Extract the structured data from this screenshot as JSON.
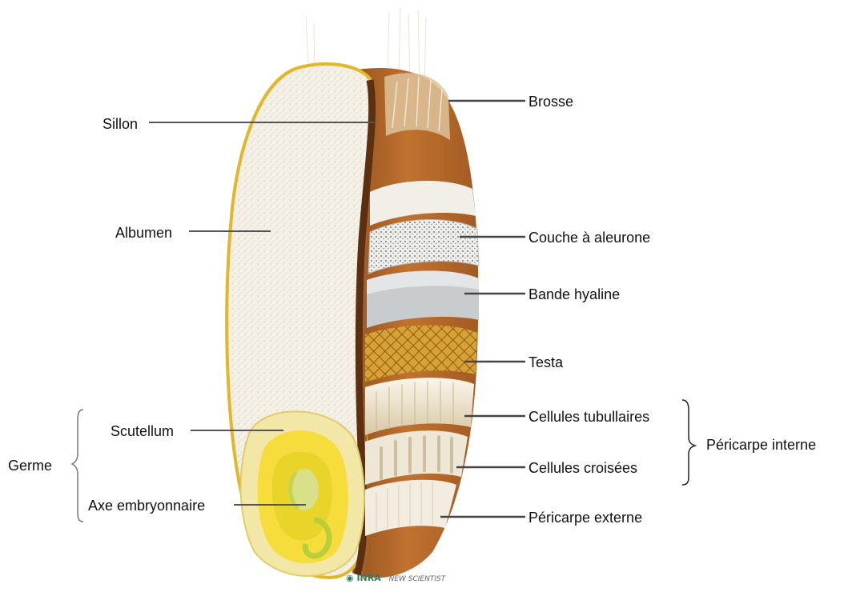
{
  "labels_left": {
    "sillon": "Sillon",
    "albumen": "Albumen",
    "scutellum": "Scutellum",
    "axe_embryonnaire": "Axe embryonnaire",
    "germe": "Germe"
  },
  "labels_right": {
    "brosse": "Brosse",
    "couche_aleurone": "Couche à aleurone",
    "bande_hyaline": "Bande hyaline",
    "testa": "Testa",
    "cellules_tubullaires": "Cellules tubullaires",
    "cellules_croisees": "Cellules croisées",
    "pericarpe_externe": "Péricarpe externe",
    "pericarpe_interne": "Péricarpe interne"
  },
  "logo": {
    "text": "INRA",
    "sub": "NEW SCIENTIST"
  },
  "colors": {
    "albumen": "#f3eee4",
    "outline": "#e0b72a",
    "bran": "#b8682a",
    "sillon": "#6b3a18",
    "aleurone": "#e8e8e4",
    "hyaline": "#c9ccce",
    "testa": "#d59a2a",
    "germ": "#f2e7a3",
    "embryo": "#f1d534"
  }
}
